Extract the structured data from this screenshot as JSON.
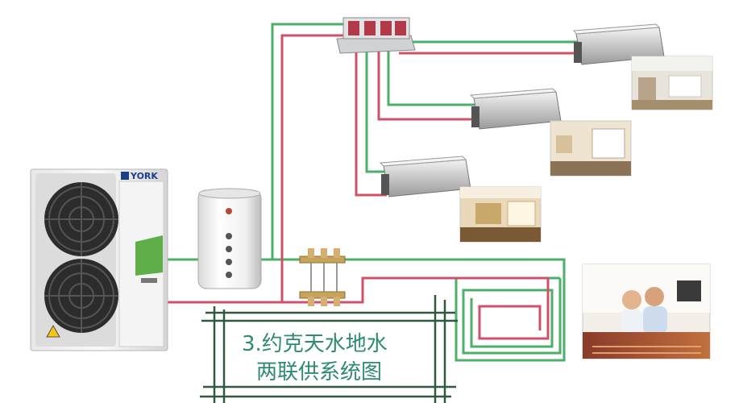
{
  "brand": {
    "logo_text": "YORK"
  },
  "caption": {
    "line1": "3.约克天水地水",
    "line2": "两联供系统图"
  },
  "colors": {
    "supply_pipe": "#4caf6a",
    "return_pipe": "#d0506a",
    "caption_text": "#2e8b6f",
    "frame_line": "#2f5a3c"
  },
  "components": {
    "outdoor_unit": "air-source-heat-pump",
    "water_tank": "buffer-water-tank",
    "manifold": "floor-heating-manifold",
    "splitter": "fan-coil-distributor",
    "fan_coils": 3,
    "room_photos": [
      "living-room",
      "meeting-room",
      "bedroom",
      "family-floor-heating"
    ]
  }
}
